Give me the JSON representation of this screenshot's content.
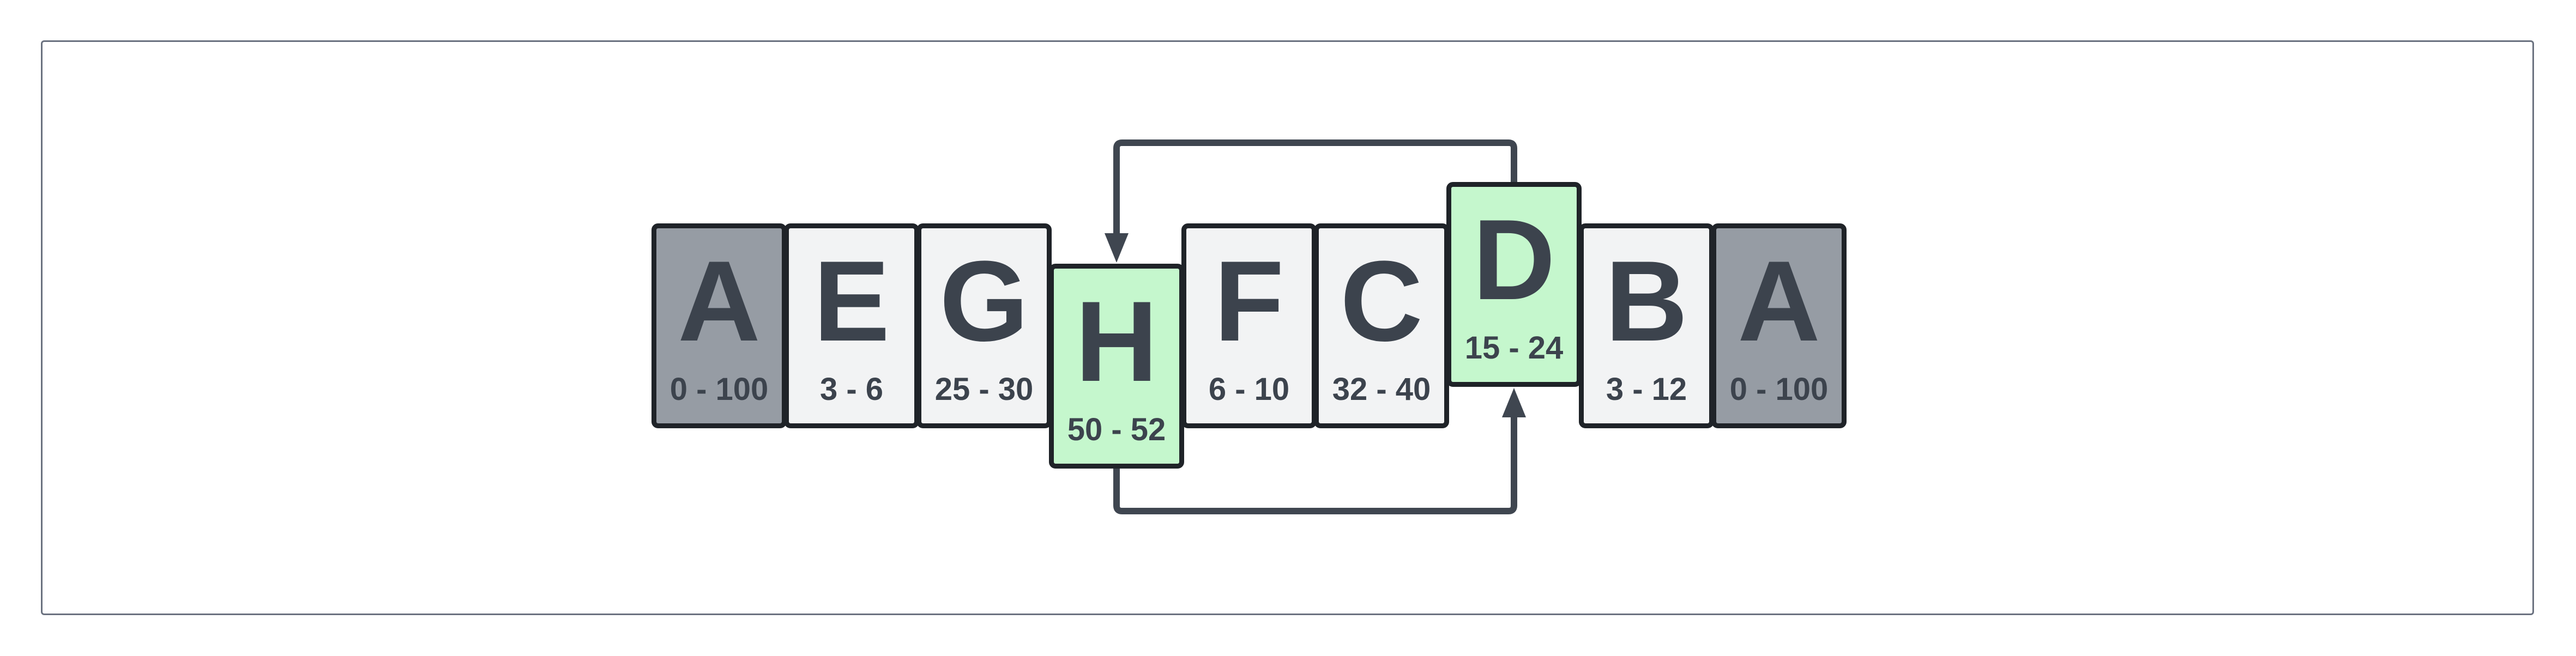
{
  "cards": [
    {
      "letter": "A",
      "range": "0 - 100",
      "style": "dark"
    },
    {
      "letter": "E",
      "range": "3 - 6",
      "style": "light"
    },
    {
      "letter": "G",
      "range": "25 - 30",
      "style": "light"
    },
    {
      "letter": "H",
      "range": "50 - 52",
      "style": "highlight"
    },
    {
      "letter": "F",
      "range": "6 - 10",
      "style": "light"
    },
    {
      "letter": "C",
      "range": "32 - 40",
      "style": "light"
    },
    {
      "letter": "D",
      "range": "15 - 24",
      "style": "highlight"
    },
    {
      "letter": "B",
      "range": "3 - 12",
      "style": "light"
    },
    {
      "letter": "A",
      "range": "0 - 100",
      "style": "dark"
    }
  ],
  "colors": {
    "dark_card": "#969ca4",
    "light_card": "#f2f3f4",
    "highlight_card": "#c5f7cd",
    "border": "#1f2328",
    "text": "#3c434d",
    "arrow": "#3f4650"
  },
  "edges": [
    {
      "from": "D",
      "to": "H",
      "route": "top"
    },
    {
      "from": "H",
      "to": "D",
      "route": "bottom"
    }
  ]
}
